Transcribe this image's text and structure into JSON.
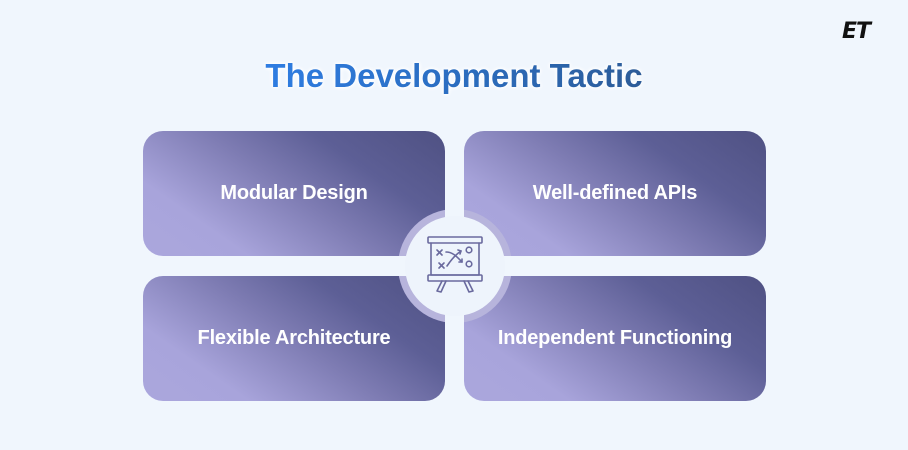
{
  "logo": {
    "text": "ET"
  },
  "header": {
    "title": "The Development Tactic"
  },
  "cards": [
    {
      "position": "top-left",
      "label": "Modular Design"
    },
    {
      "position": "top-right",
      "label": "Well-defined APIs"
    },
    {
      "position": "bottom-left",
      "label": "Flexible Architecture"
    },
    {
      "position": "bottom-right",
      "label": "Independent Functioning"
    }
  ],
  "hub": {
    "icon": "strategy-board-icon"
  },
  "colors": {
    "background": "#f0f6fd",
    "title_gradient_start": "#2f7de2",
    "title_gradient_end": "#2d5c98",
    "card_gradient_light": "#aba7dd",
    "card_gradient_dark": "#4f5183",
    "hub_ring": "#b7b4dc",
    "icon_stroke": "#6a6a9e"
  }
}
